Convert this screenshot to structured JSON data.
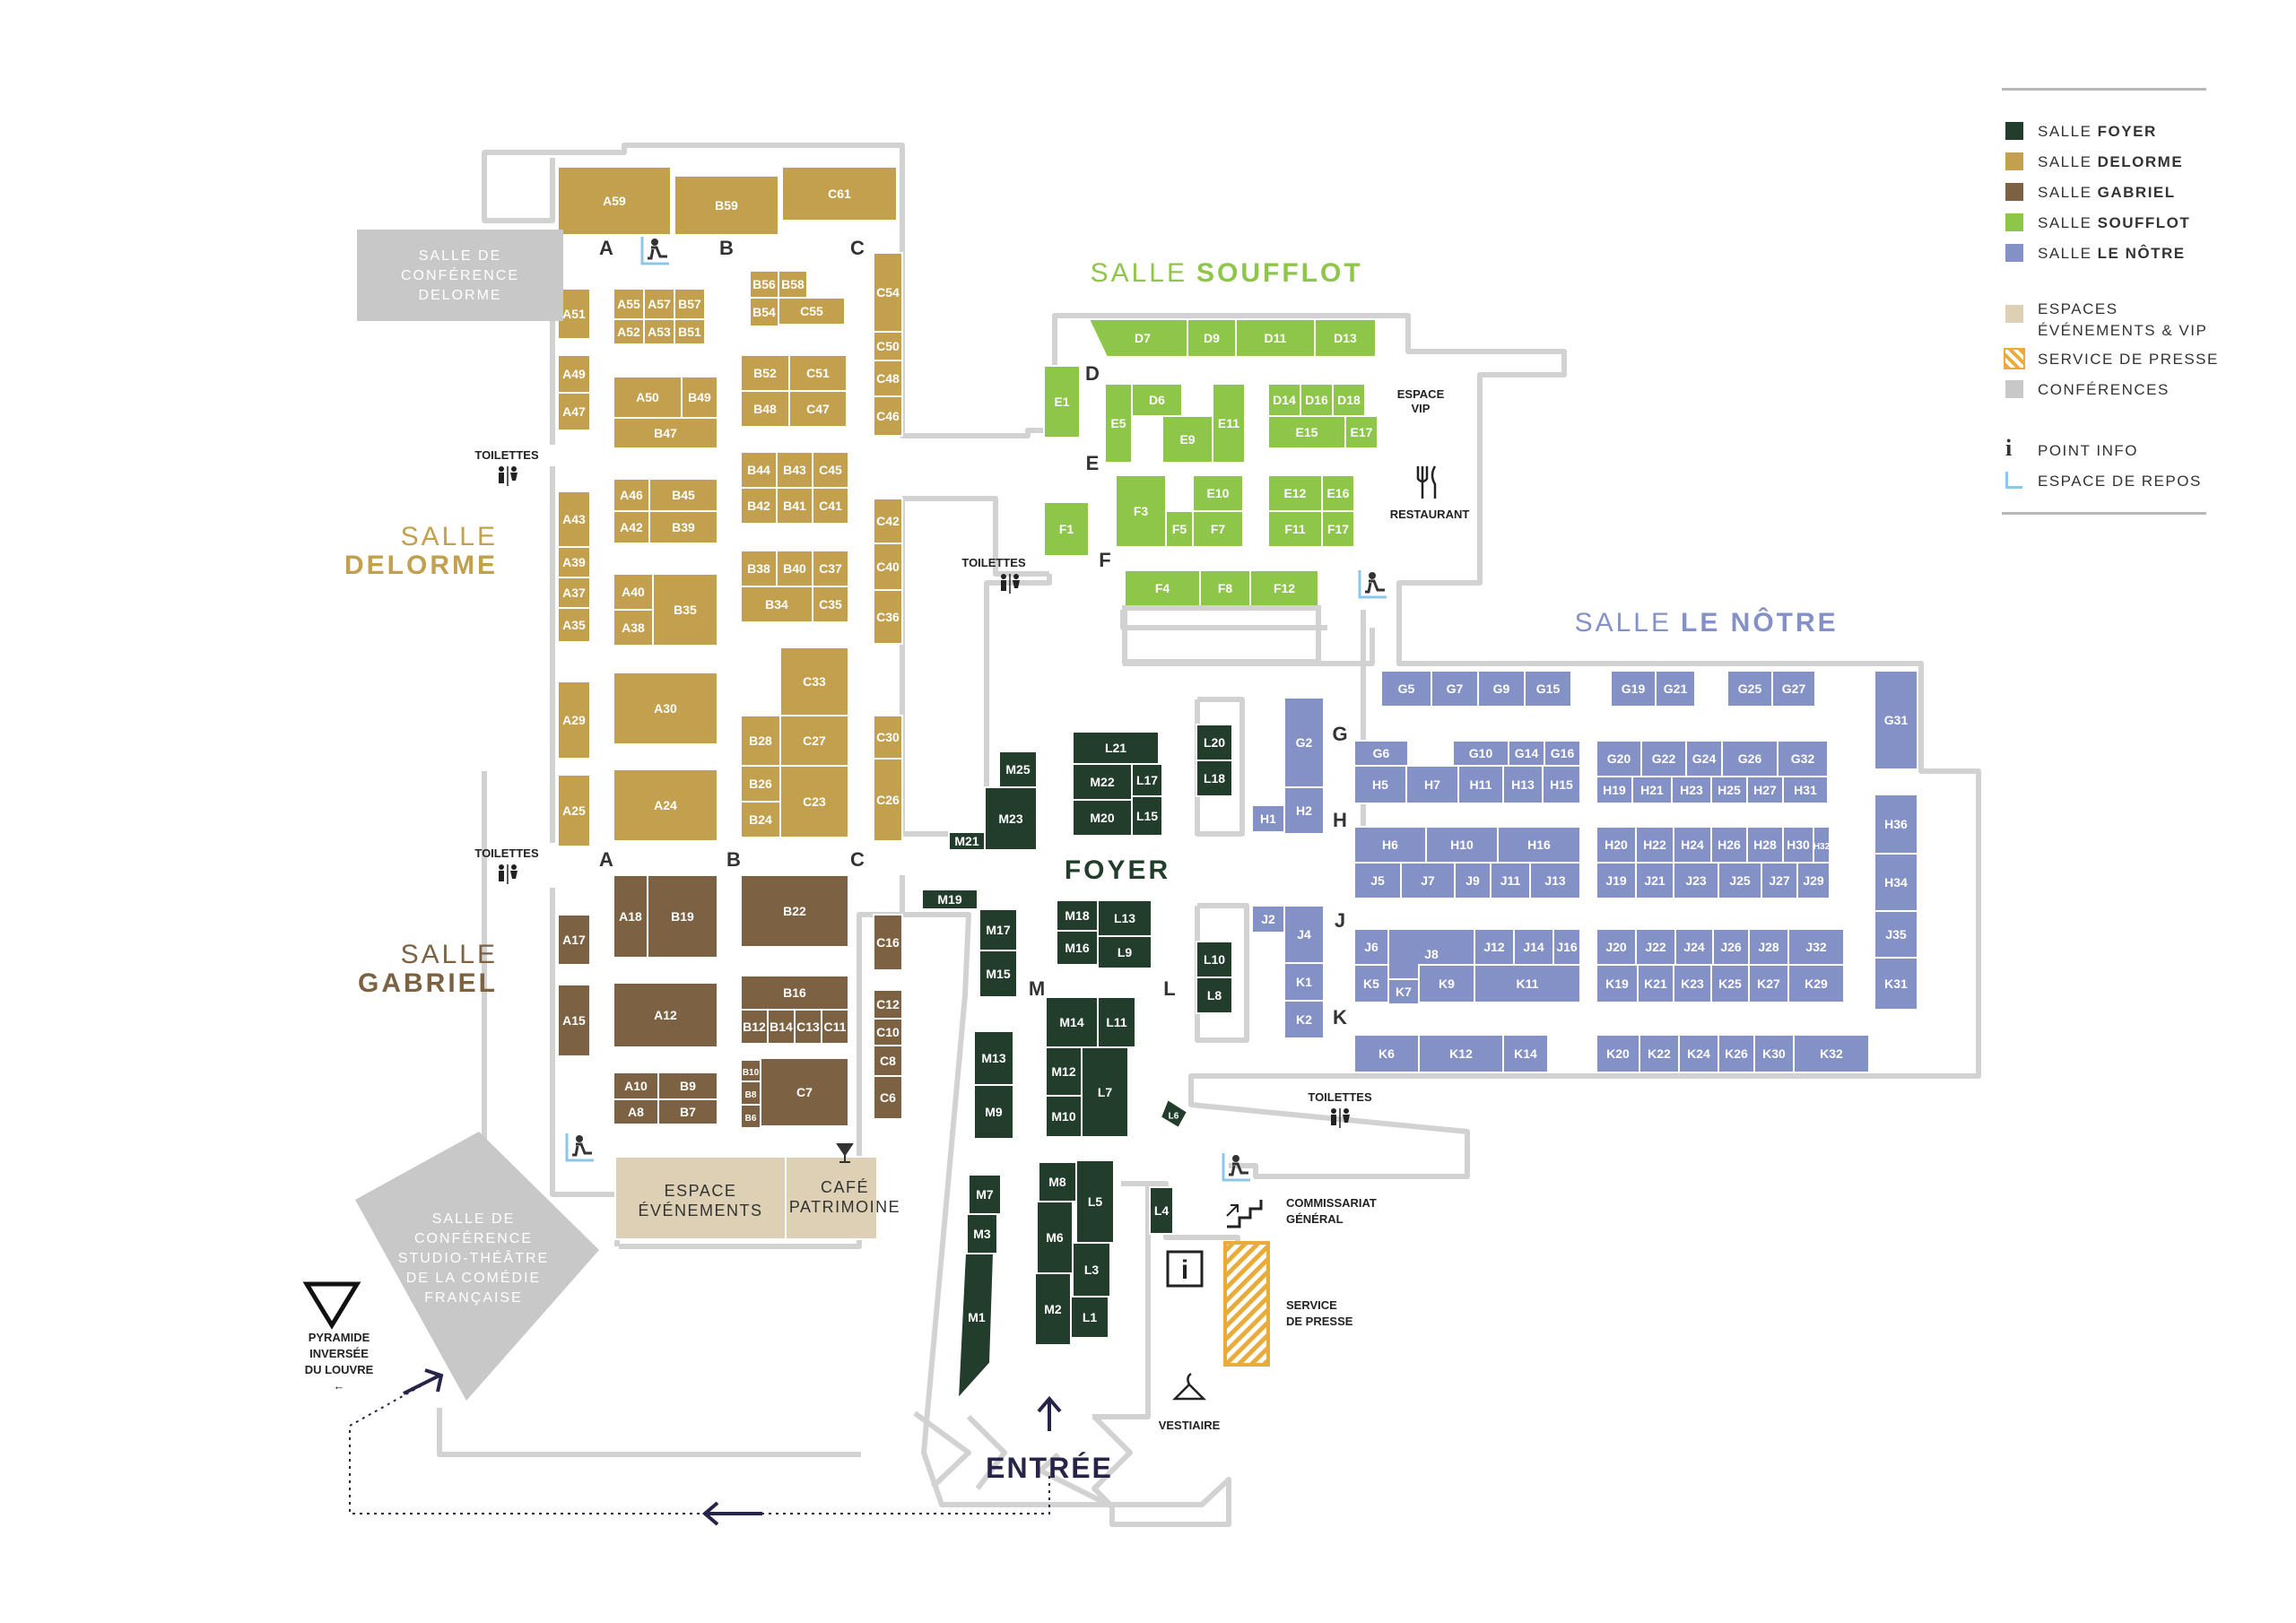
{
  "colors": {
    "foyer": "#233d2d",
    "delorme": "#c3a04e",
    "gabriel": "#7c6242",
    "soufflot": "#8ec649",
    "lenotre": "#8491c7",
    "events": "#ddd0b4",
    "conf": "#c8c8c8",
    "press": "#e9ab3a",
    "wall": "#d2d2d2",
    "dark": "#27244a"
  },
  "halls": {
    "delorme": {
      "pre": "SALLE",
      "name": "DELORME"
    },
    "gabriel": {
      "pre": "SALLE",
      "name": "GABRIEL"
    },
    "soufflot": {
      "pre": "SALLE",
      "name": "SOUFFLOT"
    },
    "lenotre": {
      "pre": "SALLE",
      "name": "LE NÔTRE"
    },
    "foyer": "FOYER"
  },
  "rooms": {
    "conf_delorme": [
      "SALLE DE",
      "CONFÉRENCE",
      "DELORME"
    ],
    "conf_studio": [
      "SALLE DE",
      "CONFÉRENCE",
      "STUDIO-THÉÂTRE",
      "DE LA COMÉDIE",
      "FRANÇAISE"
    ],
    "events": [
      "ESPACE",
      "ÉVÉNEMENTS"
    ],
    "cafe": [
      "CAFÉ",
      "PATRIMOINE"
    ]
  },
  "labels": {
    "toilettes": "TOILETTES",
    "espace_vip": [
      "ESPACE",
      "VIP"
    ],
    "restaurant": "RESTAURANT",
    "commissariat": [
      "COMMISSARIAT",
      "GÉNÉRAL"
    ],
    "presse": [
      "SERVICE",
      "DE PRESSE"
    ],
    "vestiaire": "VESTIAIRE",
    "entree": "ENTRÉE",
    "pyramide": [
      "PYRAMIDE",
      "INVERSÉE",
      "DU LOUVRE",
      "←"
    ]
  },
  "legend": [
    {
      "key": "foyer",
      "pre": "SALLE ",
      "name": "FOYER"
    },
    {
      "key": "delorme",
      "pre": "SALLE ",
      "name": "DELORME"
    },
    {
      "key": "gabriel",
      "pre": "SALLE ",
      "name": "GABRIEL"
    },
    {
      "key": "soufflot",
      "pre": "SALLE ",
      "name": "SOUFFLOT"
    },
    {
      "key": "lenotre",
      "pre": "SALLE ",
      "name": "LE NÔTRE"
    }
  ],
  "legend2": [
    {
      "key": "events",
      "lines": [
        "ESPACES",
        "ÉVÉNEMENTS & VIP"
      ]
    },
    {
      "key": "press",
      "lines": [
        "SERVICE DE PRESSE"
      ]
    },
    {
      "key": "conf",
      "lines": [
        "CONFÉRENCES"
      ]
    }
  ],
  "legend3": [
    {
      "icon": "info-icon",
      "text": "POINT INFO"
    },
    {
      "icon": "rest-area-icon",
      "text": "ESPACE DE REPOS"
    }
  ],
  "aisles": [
    "A",
    "B",
    "C",
    "D",
    "E",
    "F",
    "G",
    "H",
    "J",
    "K",
    "L",
    "M"
  ],
  "stands": [
    "A59",
    "B59",
    "C61",
    "A51",
    "A55",
    "A57",
    "B57",
    "A52",
    "A53",
    "B51",
    "B56",
    "B58",
    "B54",
    "C55",
    "C54",
    "C50",
    "C48",
    "C46",
    "A49",
    "A47",
    "A50",
    "B49",
    "B47",
    "B52",
    "C51",
    "B48",
    "C47",
    "A46",
    "B45",
    "A42",
    "B39",
    "B44",
    "B43",
    "C45",
    "B42",
    "B41",
    "C41",
    "A43",
    "A39",
    "A37",
    "A35",
    "A40",
    "A38",
    "B35",
    "B38",
    "B40",
    "C37",
    "B34",
    "C35",
    "C42",
    "C40",
    "C36",
    "A29",
    "A30",
    "C33",
    "C27",
    "B28",
    "B26",
    "B24",
    "C23",
    "A25",
    "A24",
    "C30",
    "C26",
    "A17",
    "A18",
    "B19",
    "B22",
    "C16",
    "A15",
    "A12",
    "B16",
    "B12",
    "B14",
    "C13",
    "C11",
    "C12",
    "C10",
    "C8",
    "C6",
    "A10",
    "B9",
    "A8",
    "B7",
    "B10",
    "B8",
    "B6",
    "C7",
    "D7",
    "D9",
    "D11",
    "D13",
    "E1",
    "D6",
    "E5",
    "E9",
    "E11",
    "D14",
    "D16",
    "D18",
    "E15",
    "E17",
    "F3",
    "E10",
    "F5",
    "F7",
    "E12",
    "E16",
    "F11",
    "F17",
    "F1",
    "F4",
    "F8",
    "F12",
    "G5",
    "G7",
    "G9",
    "G15",
    "G19",
    "G21",
    "G25",
    "G27",
    "G31",
    "G2",
    "H2",
    "H1",
    "G6",
    "G10",
    "G14",
    "G16",
    "H5",
    "H7",
    "H11",
    "H13",
    "H15",
    "G20",
    "G22",
    "G24",
    "G26",
    "G32",
    "H19",
    "H21",
    "H23",
    "H25",
    "H27",
    "H31",
    "H6",
    "H10",
    "H16",
    "J5",
    "J7",
    "J9",
    "J11",
    "J13",
    "H20",
    "H22",
    "H24",
    "H26",
    "H28",
    "H30",
    "H32",
    "J19",
    "J21",
    "J23",
    "J25",
    "J27",
    "J29",
    "H36",
    "H34",
    "J35",
    "K31",
    "J2",
    "J4",
    "K1",
    "K2",
    "J6",
    "J8",
    "J12",
    "J14",
    "J16",
    "K5",
    "K7",
    "K9",
    "K11",
    "J20",
    "J22",
    "J24",
    "J26",
    "J28",
    "J32",
    "K19",
    "K21",
    "K23",
    "K25",
    "K27",
    "K29",
    "K6",
    "K12",
    "K14",
    "K20",
    "K22",
    "K24",
    "K26",
    "K30",
    "K32",
    "L21",
    "M22",
    "L17",
    "M20",
    "L15",
    "M25",
    "M23",
    "M21",
    "L20",
    "L18",
    "M19",
    "M17",
    "M15",
    "M18",
    "L13",
    "M16",
    "L9",
    "L10",
    "L8",
    "M14",
    "L11",
    "M12",
    "L7",
    "M10",
    "M13",
    "M9",
    "M7",
    "M3",
    "M1",
    "M8",
    "L5",
    "M6",
    "L3",
    "M2",
    "L1",
    "L4",
    "L6"
  ]
}
